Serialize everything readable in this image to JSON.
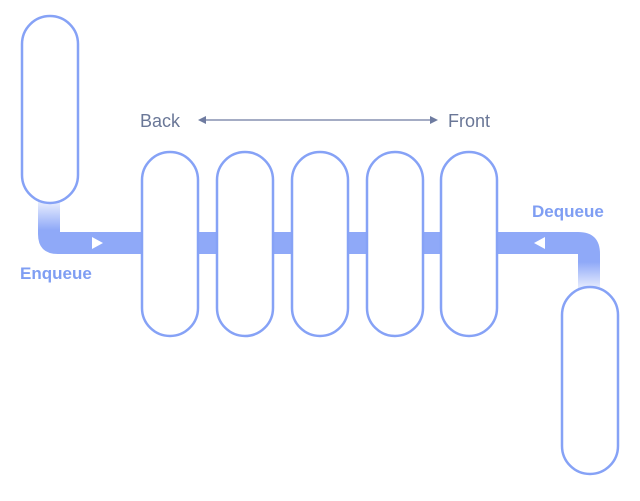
{
  "labels": {
    "back": "Back",
    "front": "Front",
    "enqueue": "Enqueue",
    "dequeue": "Dequeue"
  },
  "queue": {
    "slot_count": 5,
    "incoming_items": 1,
    "outgoing_items": 1
  },
  "colors": {
    "pipe": "#8fa9f8",
    "pill_stroke": "#86a2f6",
    "action_label": "#7f9ef3",
    "axis_label": "#6a7797",
    "axis_line": "#6e7ba0"
  }
}
